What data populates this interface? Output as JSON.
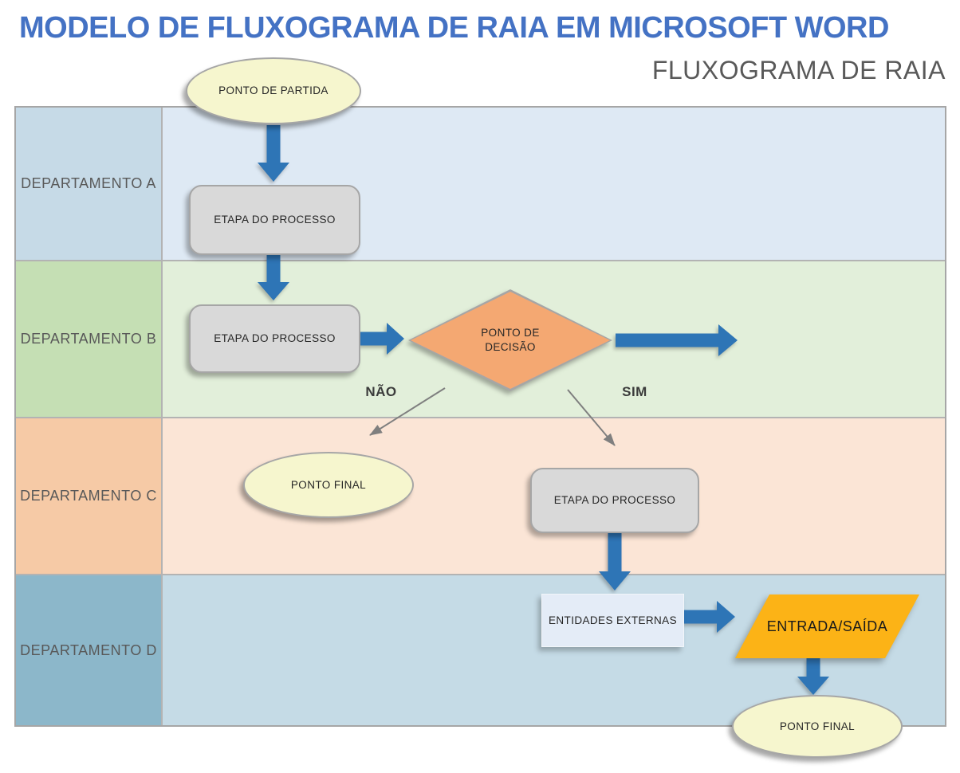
{
  "header": {
    "title": "MODELO DE FLUXOGRAMA DE RAIA EM MICROSOFT WORD",
    "subtitle": "FLUXOGRAMA DE RAIA"
  },
  "colors": {
    "title": "#4472C4",
    "subtitle": "#595959",
    "arrow_blue": "#2E75B6",
    "connector_gray": "#7F7F7F",
    "shape_border": "#A6A6A6",
    "process_fill": "#D9D9D9",
    "terminator_fill": "#F6F6CE",
    "decision_fill": "#F4A872",
    "io_fill": "#FCB316",
    "external_fill": "#E4ECF7"
  },
  "lanes": [
    {
      "label": "DEPARTAMENTO A",
      "label_bg": "#C6DAE7",
      "body_bg": "#DEE9F4"
    },
    {
      "label": "DEPARTAMENTO B",
      "label_bg": "#C5DFB4",
      "body_bg": "#E2EFDA"
    },
    {
      "label": "DEPARTAMENTO C",
      "label_bg": "#F6CAA6",
      "body_bg": "#FBE5D6"
    },
    {
      "label": "DEPARTAMENTO D",
      "label_bg": "#8CB7CA",
      "body_bg": "#C5DBE6"
    }
  ],
  "nodes": {
    "start": "PONTO DE PARTIDA",
    "process_a": "ETAPA DO PROCESSO",
    "process_b": "ETAPA DO PROCESSO",
    "decision": "PONTO DE DECISÃO",
    "branch_no": "NÃO",
    "branch_yes": "SIM",
    "end_c": "PONTO FINAL",
    "process_c": "ETAPA DO PROCESSO",
    "external_entities": "ENTIDADES EXTERNAS",
    "input_output": "ENTRADA/SAÍDA",
    "end_d": "PONTO FINAL"
  }
}
